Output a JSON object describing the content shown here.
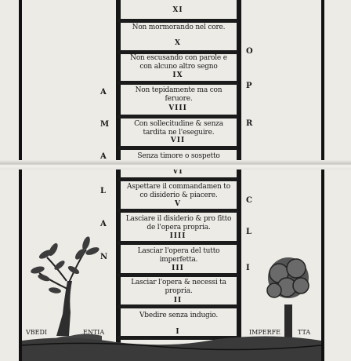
{
  "steps": [
    {
      "numeral": "XI",
      "text": "Non mormorando nel core."
    },
    {
      "numeral": "X",
      "text": "Non escusando con parole e con alcuno altro segno"
    },
    {
      "numeral": "IX",
      "text": "Non tepidamente ma con feruore."
    },
    {
      "numeral": "VIII",
      "text": "Con sollecitudine & senza tardita ne l'eseguire."
    },
    {
      "numeral": "VII",
      "text": "Senza timore o sospetto"
    },
    {
      "numeral": "VI",
      "text": "Aspettare il commandamen to co disiderio & piacere."
    },
    {
      "numeral": "V",
      "text": "Lasciare il disiderio & pro fitto de l'opera propria."
    },
    {
      "numeral": "IIII",
      "text": "Lasciar l'opera del tutto imperfetta."
    },
    {
      "numeral": "III",
      "text": "Lasciar l'opera & necessi ta propria."
    },
    {
      "numeral": "II",
      "text": "Vbedire senza indugio."
    },
    {
      "numeral": "I",
      "text": ""
    }
  ],
  "side_left": [
    "A",
    "M",
    "A",
    "L",
    "A",
    "N"
  ],
  "side_right": [
    "O",
    "P",
    "R",
    "C",
    "L",
    "I"
  ],
  "caption_left": "VBEDI",
  "caption_left2": "ENTIA",
  "caption_right": "IMPERFE",
  "caption_right2": "TTA",
  "colors": {
    "ink": "#161616",
    "paper": "#ecebe6",
    "tree": "#3a3a3a"
  }
}
